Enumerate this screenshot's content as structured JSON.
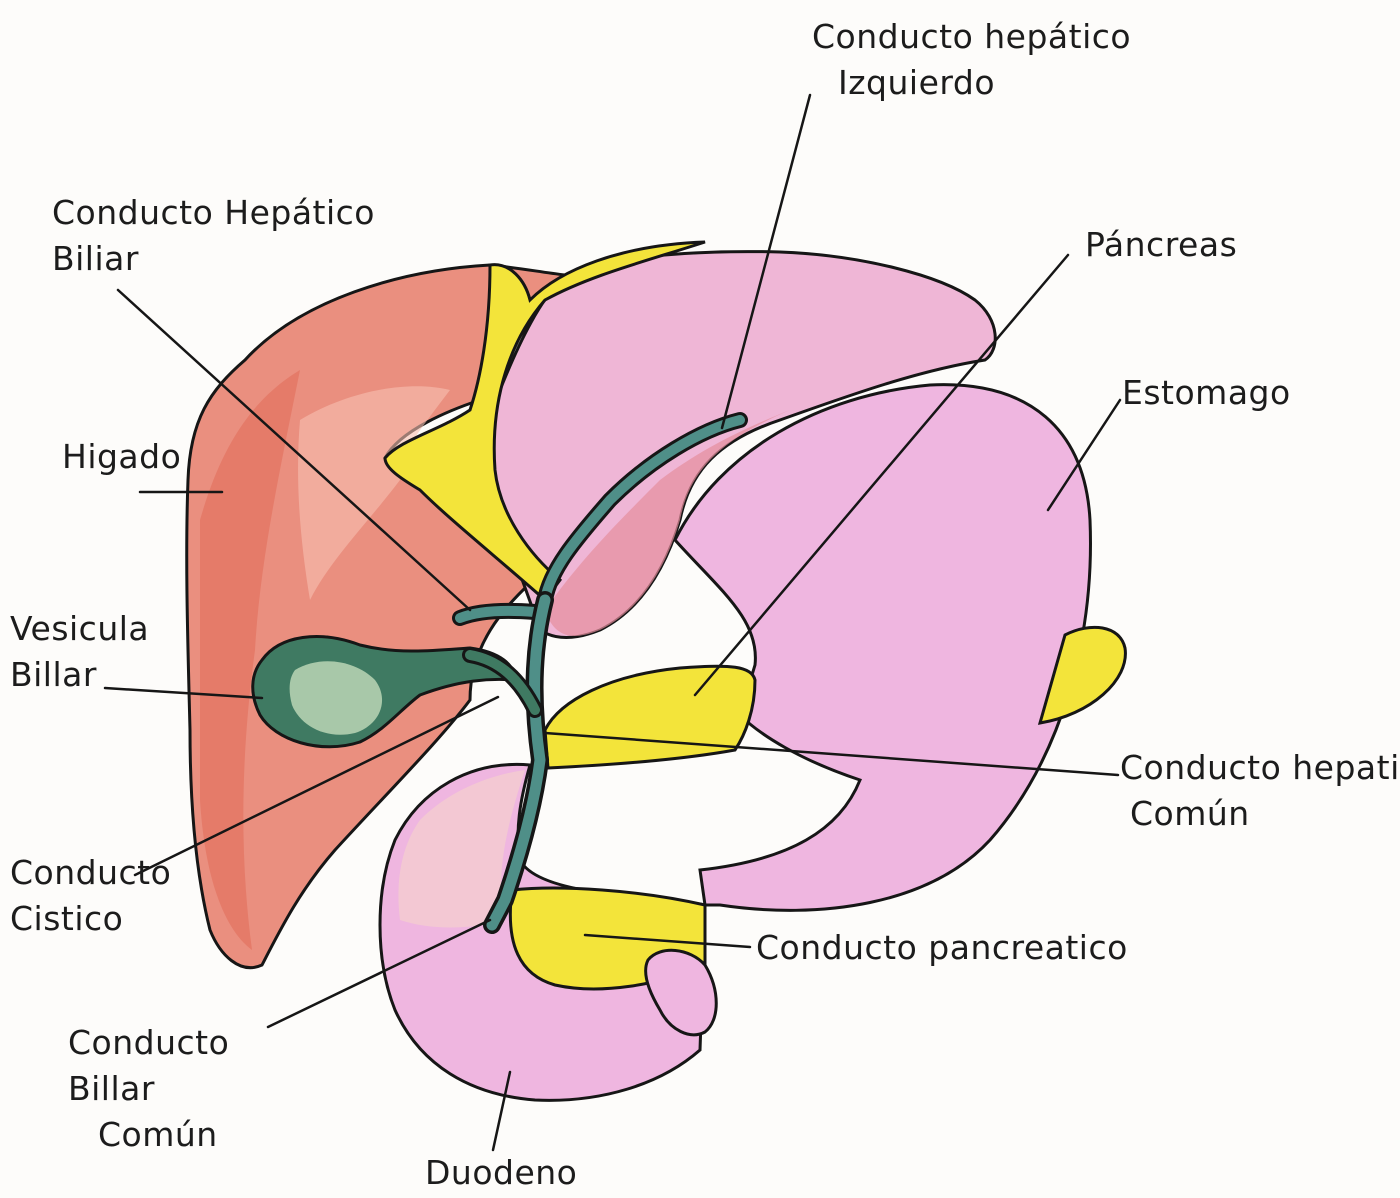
{
  "labels": {
    "hepatico_izquierdo": {
      "line1": "Conducto hepático",
      "line2": "Izquierdo"
    },
    "hepatico_biliar": {
      "line1": "Conducto Hepático",
      "line2": "Biliar"
    },
    "pancreas": {
      "line1": "Páncreas"
    },
    "higado": {
      "line1": "Higado"
    },
    "estomago": {
      "line1": "Estomago"
    },
    "vesicula": {
      "line1": "Vesicula",
      "line2": "Billar"
    },
    "hepatico_comun": {
      "line1": "Conducto hepatico",
      "line2": "Común"
    },
    "cistico": {
      "line1": "Conducto",
      "line2": "Cistico"
    },
    "pancreatico": {
      "line1": "Conducto pancreatico"
    },
    "biliar_comun": {
      "line1": "Conducto",
      "line2": "Billar",
      "line3": "Común"
    },
    "duodeno": {
      "line1": "Duodeno"
    }
  },
  "colors": {
    "liver": "#ea8f7f",
    "liver_shade": "#e06b57",
    "stomach": "#efb6e0",
    "stomach_light": "#f4c8e6",
    "pancreas": "#f3e43a",
    "bile_duct": "#4f8f88",
    "gallbladder": "#3f7a62",
    "gallbladder_light": "#a8c8a9",
    "outline": "#161616"
  }
}
